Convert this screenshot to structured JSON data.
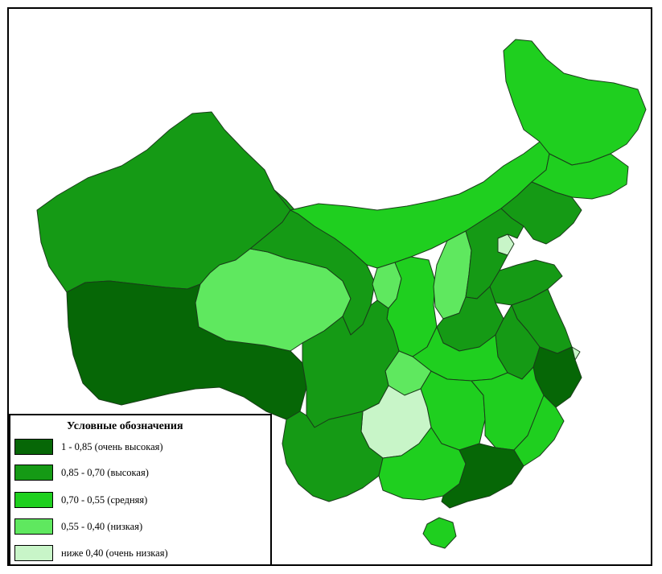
{
  "colors": {
    "very_high": "#066706",
    "high": "#159a15",
    "medium": "#1fcf1f",
    "low": "#5fe85f",
    "very_low": "#c8f5c8",
    "border": "#1a3d1a"
  },
  "legend": {
    "title": "Условные обозначения",
    "items": [
      {
        "label": "1 - 0,85 (очень высокая)",
        "level": "very_high"
      },
      {
        "label": "0,85 - 0,70 (высокая)",
        "level": "high"
      },
      {
        "label": "0,70 - 0,55 (средняя)",
        "level": "medium"
      },
      {
        "label": "0,55 - 0,40 (низкая)",
        "level": "low"
      },
      {
        "label": "ниже 0,40 (очень низкая)",
        "level": "very_low"
      }
    ]
  }
}
